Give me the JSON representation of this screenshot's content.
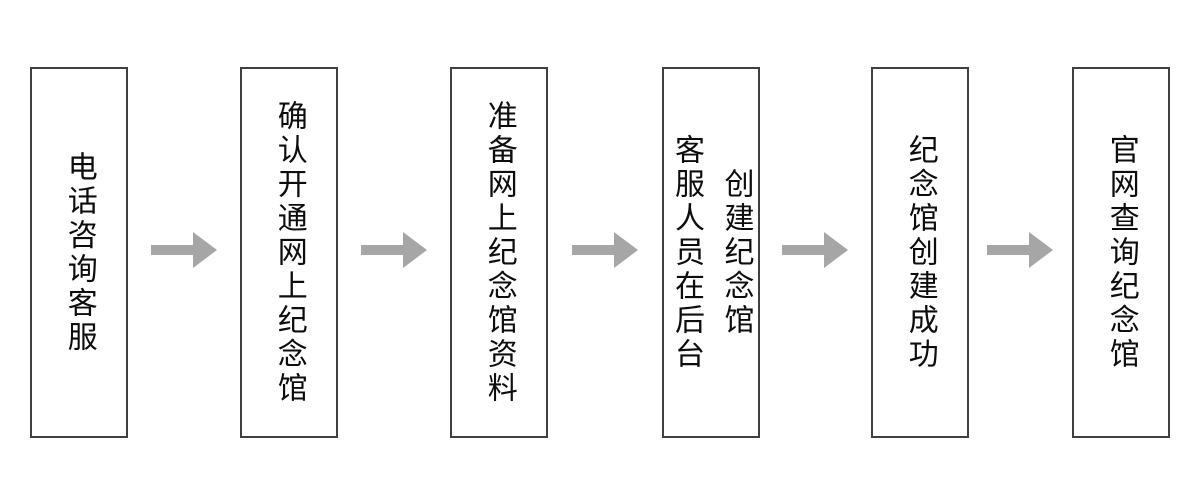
{
  "flowchart": {
    "background_color": "#ffffff",
    "box_border_color": "#404040",
    "text_color": "#0d0d0d",
    "arrow_color": "#a6a6a6",
    "direction": "left-to-right",
    "steps": [
      {
        "id": 1,
        "label": "电话咨询客服",
        "columns": [
          "电话咨询客服"
        ]
      },
      {
        "id": 2,
        "label": "确认开通网上纪念馆",
        "columns": [
          "确认开通网上纪念馆"
        ]
      },
      {
        "id": 3,
        "label": "准备网上纪念馆资料",
        "columns": [
          "准备网上纪念馆资料"
        ]
      },
      {
        "id": 4,
        "label": "客服人员在后台创建纪念馆",
        "columns": [
          "客服人员在后台",
          "创建纪念馆"
        ]
      },
      {
        "id": 5,
        "label": "纪念馆创建成功",
        "columns": [
          "纪念馆创建成功"
        ]
      },
      {
        "id": 6,
        "label": "官网查询纪念馆",
        "columns": [
          "官网查询纪念馆"
        ]
      }
    ],
    "arrows": [
      {
        "from": 1,
        "to": 2
      },
      {
        "from": 2,
        "to": 3
      },
      {
        "from": 3,
        "to": 4
      },
      {
        "from": 4,
        "to": 5
      },
      {
        "from": 5,
        "to": 6
      }
    ]
  }
}
